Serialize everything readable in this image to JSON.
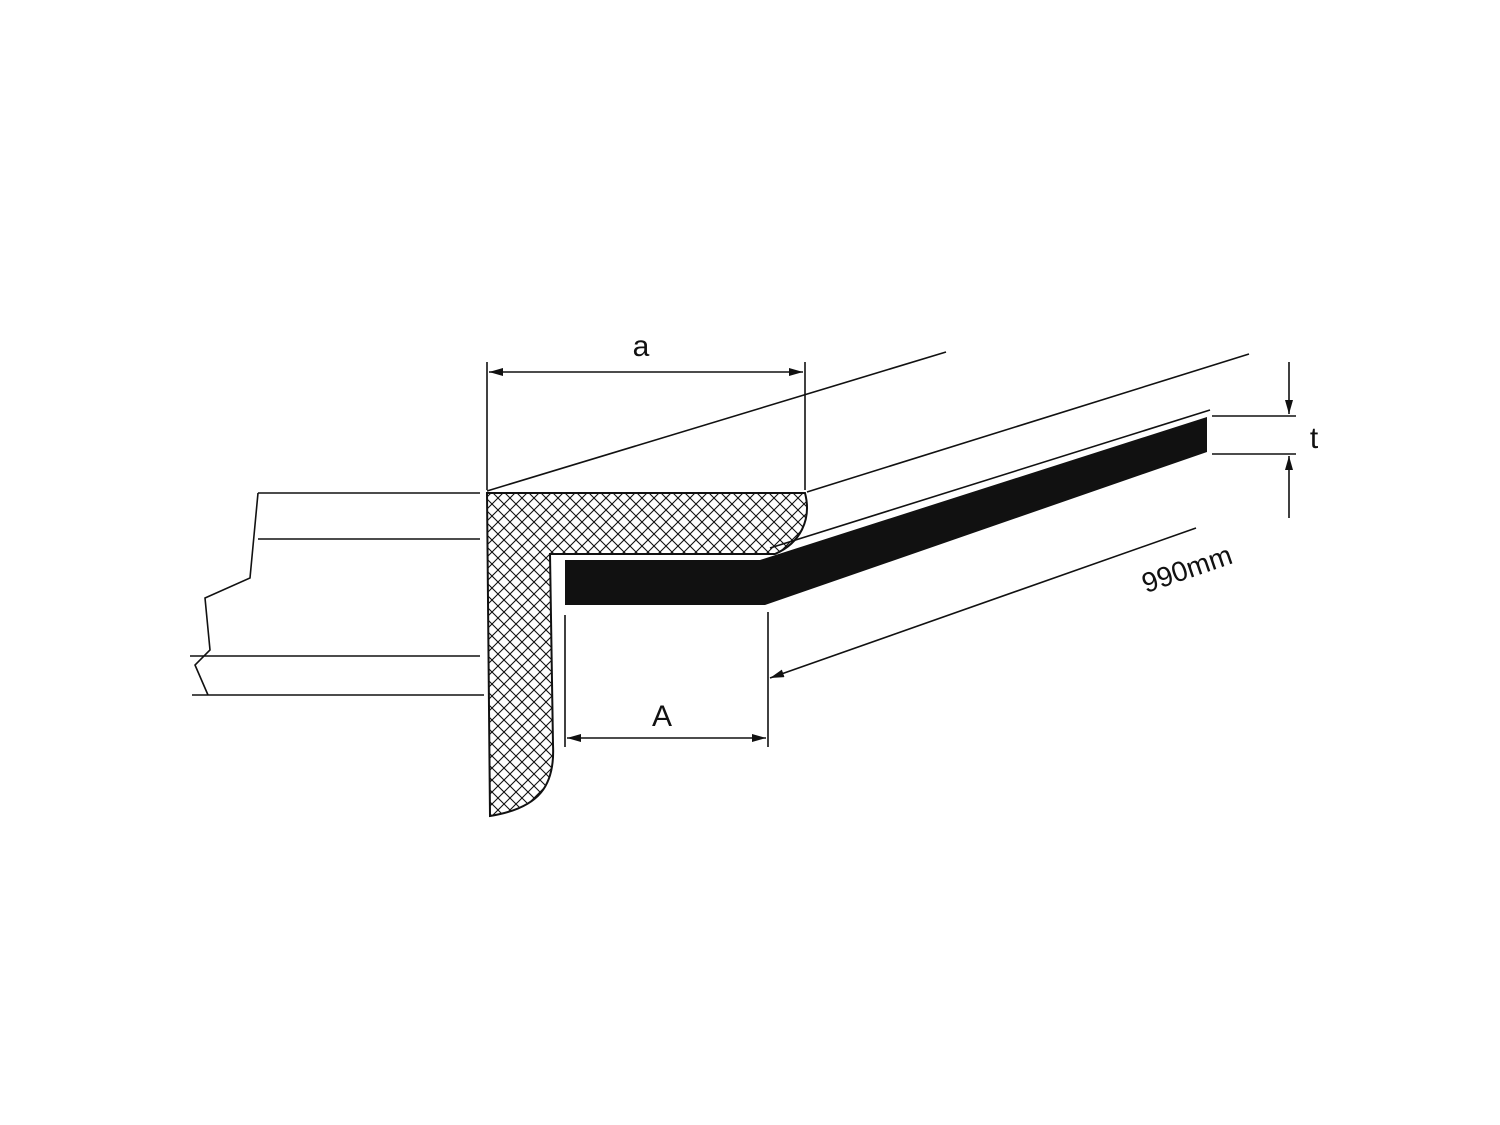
{
  "diagram": {
    "labels": {
      "dimension_a": "a",
      "dimension_A": "A",
      "dimension_t": "t",
      "length": "990mm"
    },
    "colors": {
      "ink": "#111111",
      "background": "#ffffff"
    }
  }
}
